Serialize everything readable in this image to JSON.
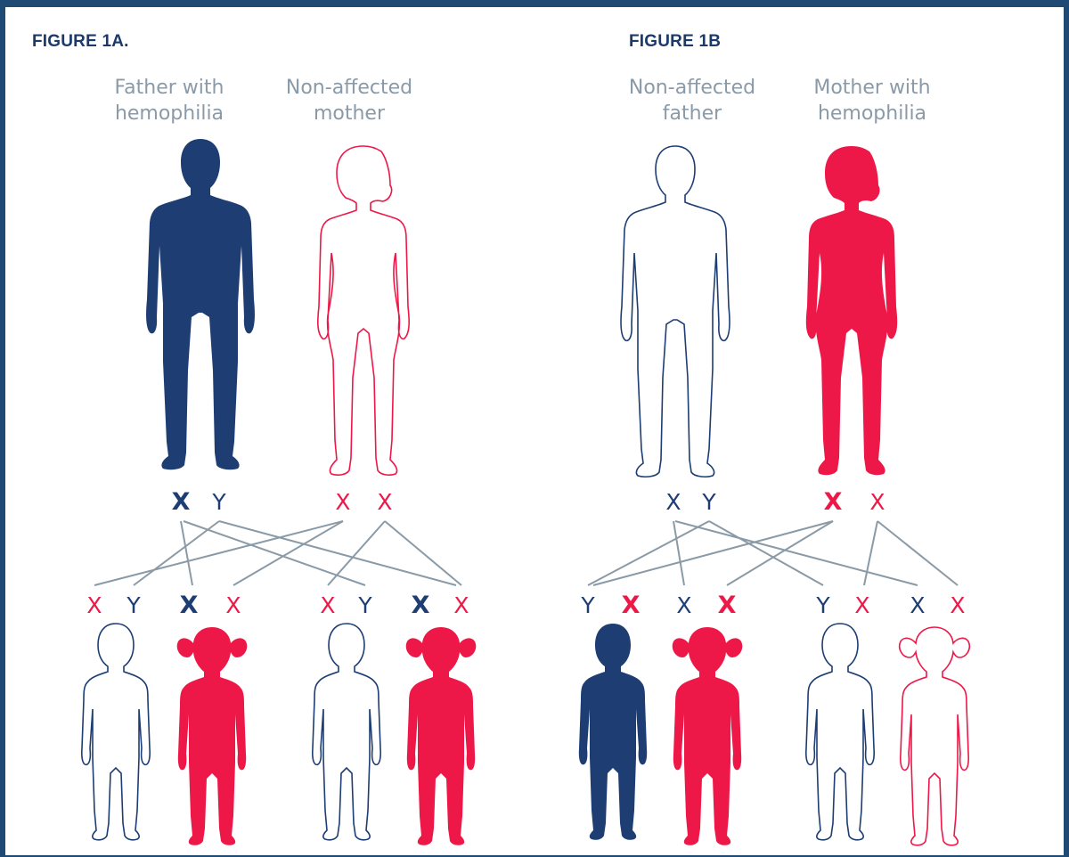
{
  "colors": {
    "affected_male": "#1d3d73",
    "affected_female": "#ed1848",
    "connector": "#8a9aa6",
    "label": "#8a9aa8",
    "title": "#1b3a6b",
    "frame": "#1f4a73"
  },
  "figure_a": {
    "title": "FIGURE 1A.",
    "father_label": "Father with\nhemophilia",
    "mother_label": "Non-affected\nmother",
    "parent_chromosomes": [
      {
        "text": "X",
        "color": "blue",
        "bold": true
      },
      {
        "text": "Y",
        "color": "blue",
        "bold": false
      },
      {
        "text": "X",
        "color": "red",
        "bold": false
      },
      {
        "text": "X",
        "color": "red",
        "bold": false
      }
    ],
    "children": [
      {
        "chromosomes": [
          {
            "text": "X",
            "color": "red",
            "bold": false
          },
          {
            "text": "Y",
            "color": "blue",
            "bold": false
          }
        ],
        "figure": "boy-outline"
      },
      {
        "chromosomes": [
          {
            "text": "X",
            "color": "blue",
            "bold": true
          },
          {
            "text": "X",
            "color": "red",
            "bold": false
          }
        ],
        "figure": "girl-filled"
      },
      {
        "chromosomes": [
          {
            "text": "X",
            "color": "red",
            "bold": false
          },
          {
            "text": "Y",
            "color": "blue",
            "bold": false
          }
        ],
        "figure": "boy-outline"
      },
      {
        "chromosomes": [
          {
            "text": "X",
            "color": "blue",
            "bold": true
          },
          {
            "text": "X",
            "color": "red",
            "bold": false
          }
        ],
        "figure": "girl-filled"
      }
    ]
  },
  "figure_b": {
    "title": "FIGURE 1B",
    "father_label": "Non-affected\nfather",
    "mother_label": "Mother with\nhemophilia",
    "parent_chromosomes": [
      {
        "text": "X",
        "color": "blue",
        "bold": false
      },
      {
        "text": "Y",
        "color": "blue",
        "bold": false
      },
      {
        "text": "X",
        "color": "red",
        "bold": true
      },
      {
        "text": "X",
        "color": "red",
        "bold": false
      }
    ],
    "children": [
      {
        "chromosomes": [
          {
            "text": "Y",
            "color": "blue",
            "bold": false
          },
          {
            "text": "X",
            "color": "red",
            "bold": true
          }
        ],
        "figure": "boy-filled"
      },
      {
        "chromosomes": [
          {
            "text": "X",
            "color": "blue",
            "bold": false
          },
          {
            "text": "X",
            "color": "red",
            "bold": true
          }
        ],
        "figure": "girl-filled"
      },
      {
        "chromosomes": [
          {
            "text": "Y",
            "color": "blue",
            "bold": false
          },
          {
            "text": "X",
            "color": "red",
            "bold": false
          }
        ],
        "figure": "boy-outline"
      },
      {
        "chromosomes": [
          {
            "text": "X",
            "color": "blue",
            "bold": false
          },
          {
            "text": "X",
            "color": "red",
            "bold": false
          }
        ],
        "figure": "girl-outline"
      }
    ]
  }
}
